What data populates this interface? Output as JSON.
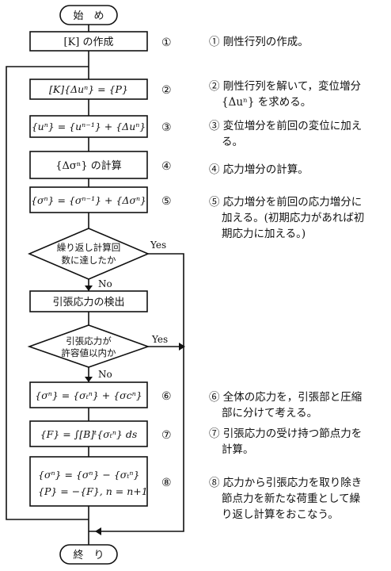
{
  "terminals": {
    "start": "始　め",
    "end": "終　り"
  },
  "steps": [
    {
      "num": "①",
      "label": "[K] の作成",
      "desc": [
        "① 剛性行列の作成。"
      ]
    },
    {
      "num": "②",
      "label": "[K]{Δuⁿ} = {P}",
      "desc": [
        "② 剛性行列を解いて，変位増分",
        "{Δuⁿ} を求める。"
      ]
    },
    {
      "num": "③",
      "label": "{uⁿ} = {uⁿ⁻¹} + {Δuⁿ}",
      "desc": [
        "③ 変位増分を前回の変位に加え",
        "る。"
      ]
    },
    {
      "num": "④",
      "label": "{Δσⁿ} の計算",
      "desc": [
        "④ 応力増分の計算。"
      ]
    },
    {
      "num": "⑤",
      "label": "{σⁿ} = {σⁿ⁻¹} + {Δσⁿ}",
      "desc": [
        "⑤ 応力増分を前回の応力増分に",
        "加える。(初期応力があれば初",
        "期応力に加える。)"
      ]
    },
    {
      "num": "⑥",
      "label": "{σⁿ} = {σₜⁿ} + {σcⁿ}",
      "desc": [
        "⑥ 全体の応力を，引張部と圧縮",
        "部に分けて考える。"
      ]
    },
    {
      "num": "⑦",
      "label": "{F} = ∫[B]ᵗ{σₜⁿ} ds",
      "desc": [
        "⑦ 引張応力の受け持つ節点力を",
        "計算。"
      ]
    },
    {
      "num": "⑧",
      "label": [
        "{σⁿ} = {σⁿ} − {σₜⁿ}",
        "{P} = −{F}, n = n+1"
      ],
      "desc": [
        "⑧ 応力から引張応力を取り除き",
        "節点力を新たな荷重として繰",
        "り返し計算をおこなう。"
      ]
    }
  ],
  "decisions": [
    {
      "label": [
        "繰り返し計算回",
        "数に達したか"
      ],
      "yes": "Yes",
      "no": "No"
    },
    {
      "label": [
        "引張応力が",
        "許容値以内か"
      ],
      "yes": "Yes",
      "no": "No"
    }
  ],
  "detect_box": "引張応力の検出"
}
